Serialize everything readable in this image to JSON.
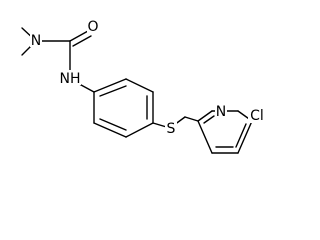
{
  "structure": {
    "atoms": {
      "o": "O",
      "n_dimethyl": "N",
      "nh": "NH",
      "s": "S",
      "n_ring": "N",
      "cl": "Cl"
    },
    "colors": {
      "bond": "#000000",
      "text": "#000000",
      "background": "#ffffff"
    }
  }
}
